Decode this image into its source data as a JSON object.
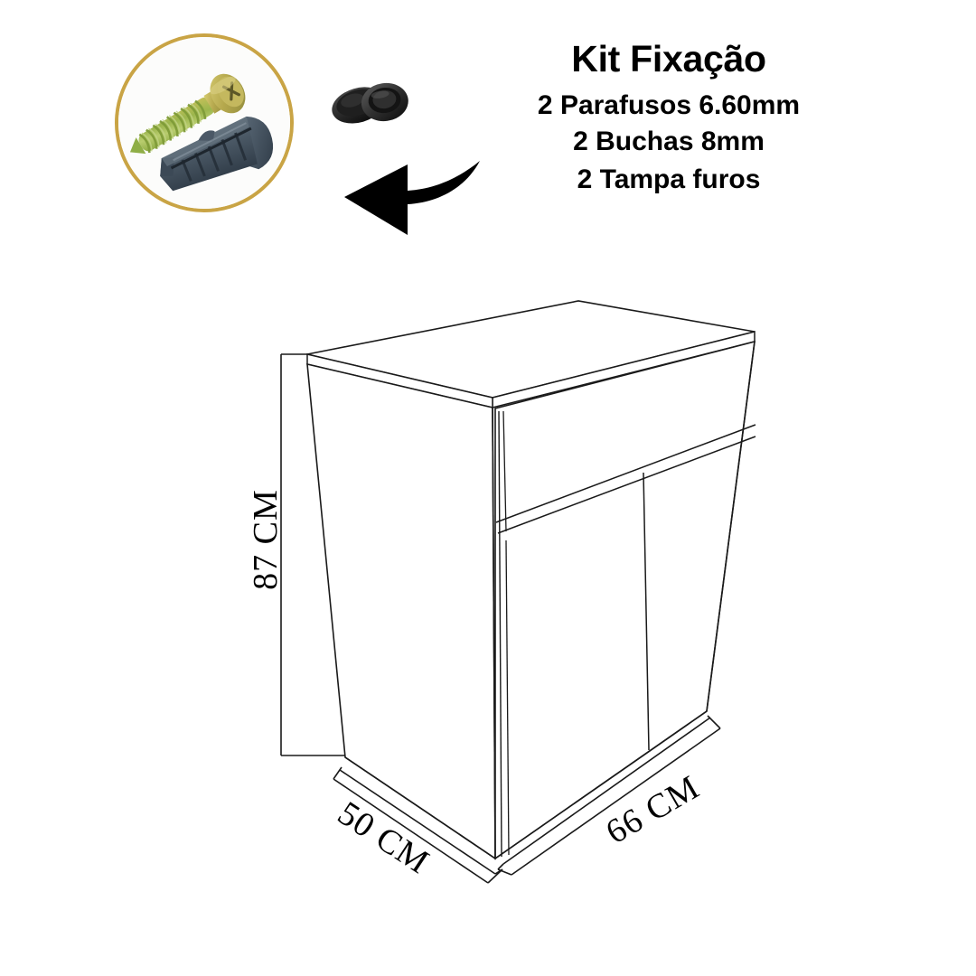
{
  "kit": {
    "title": "Kit Fixação",
    "items": [
      "2 Parafusos 6.60mm",
      "2 Buchas 8mm",
      "2 Tampa furos"
    ],
    "photo_icon": "screw-and-wall-plug-photo",
    "caps_icon": "hole-cover-caps",
    "arrow_icon": "curved-left-arrow",
    "border_color": "#c9a445"
  },
  "product_diagram": {
    "type": "isometric-line-drawing",
    "object": "cabinet-with-drawer-and-two-doors",
    "line_color": "#1a1a1a",
    "fill_color": "#ffffff",
    "dimensions": {
      "height": "87 CM",
      "depth": "50 CM",
      "width": "66 CM"
    },
    "parts": [
      "top-panel",
      "left-side-panel",
      "front-drawer",
      "left-door",
      "right-door"
    ]
  }
}
